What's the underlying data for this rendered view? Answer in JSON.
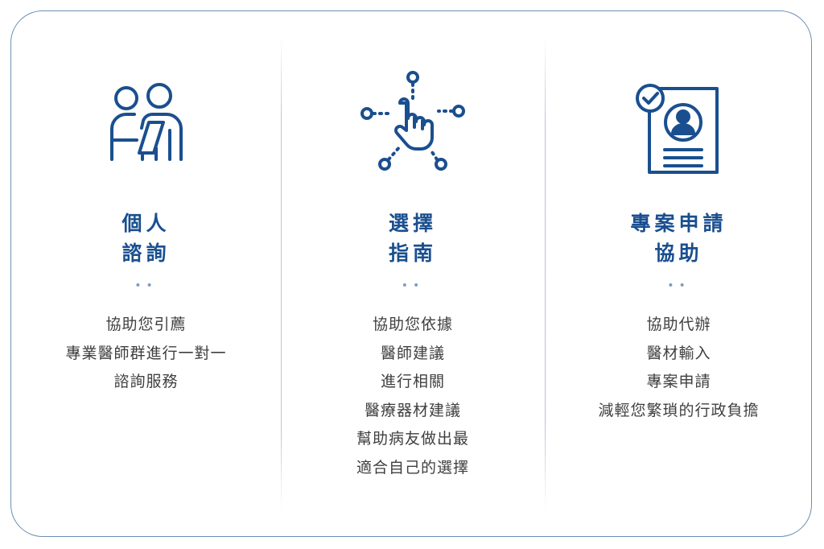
{
  "colors": {
    "brand_blue": "#1a4f8f",
    "border": "#6d8fb4",
    "text": "#3f3f3f"
  },
  "columns": [
    {
      "icon": "consultation-people-icon",
      "title": [
        "個人",
        "諮詢"
      ],
      "dots": "••",
      "lines": [
        "協助您引薦",
        "專業醫師群進行一對一",
        "諮詢服務"
      ]
    },
    {
      "icon": "hand-touch-network-icon",
      "title": [
        "選擇",
        "指南"
      ],
      "dots": "••",
      "lines": [
        "協助您依據",
        "醫師建議",
        "進行相關",
        "醫療器材建議",
        "幫助病友做出最",
        "適合自己的選擇"
      ]
    },
    {
      "icon": "profile-document-check-icon",
      "title": [
        "專案申請",
        "協助"
      ],
      "dots": "••",
      "lines": [
        "協助代辦",
        "醫材輸入",
        "專案申請",
        "減輕您繁瑣的行政負擔"
      ]
    }
  ]
}
